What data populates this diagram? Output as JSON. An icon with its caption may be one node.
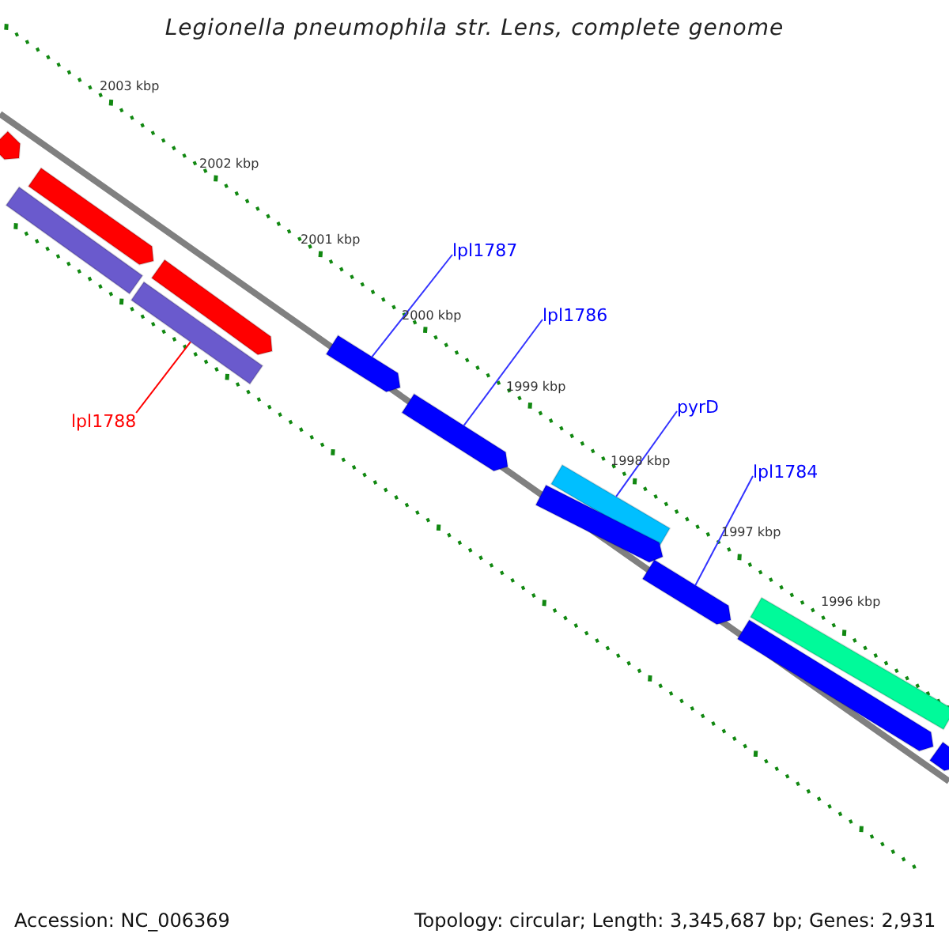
{
  "diagram": {
    "title": "Legionella pneumophila str. Lens, complete genome",
    "nodes": [
      {
        "text": [
          "lpl1787"
        ]
      },
      {
        "text": [
          "lpl1786"
        ]
      },
      {
        "text": [
          "pyrD"
        ]
      },
      {
        "text": [
          "lpl1788"
        ]
      },
      {
        "text": [
          "lpl1784"
        ]
      },
      {
        "text": [],
        "shape": "bar"
      },
      {
        "text": [],
        "shape": "bar"
      },
      {
        "text": [],
        "shape": "bar"
      },
      {
        "text": [],
        "shape": "bar"
      },
      {
        "text": [],
        "shape": "bar"
      },
      {
        "text": [],
        "shape": "bar"
      },
      {
        "text": [],
        "shape": "bar"
      },
      {
        "text": [],
        "shape": "bar"
      },
      {
        "text": [],
        "shape": "bar"
      },
      {
        "text": [],
        "shape": "bar"
      },
      {
        "text": [],
        "shape": "bar"
      },
      {
        "text": [],
        "shape": "bar"
      },
      {
        "text": [],
        "shape": "bar"
      }
    ],
    "edges": [
      {
        "from": 0,
        "to": 10,
        "arrow": "none"
      },
      {
        "from": 1,
        "to": 11,
        "arrow": "none"
      },
      {
        "from": 2,
        "to": 12,
        "arrow": "none"
      },
      {
        "from": 3,
        "to": 9,
        "arrow": "none",
        "color": "#ff0000"
      },
      {
        "from": 4,
        "to": 14,
        "arrow": "none"
      }
    ],
    "labels": [
      "2003 kbp",
      "2002 kbp",
      "2001 kbp",
      "2000 kbp",
      "1999 kbp",
      "1998 kbp",
      "1997 kbp",
      "1996 kbp",
      "Accession: NC_006369",
      "Topology: circular; Length: 3,345,687 bp; Genes: 2,931"
    ]
  }
}
